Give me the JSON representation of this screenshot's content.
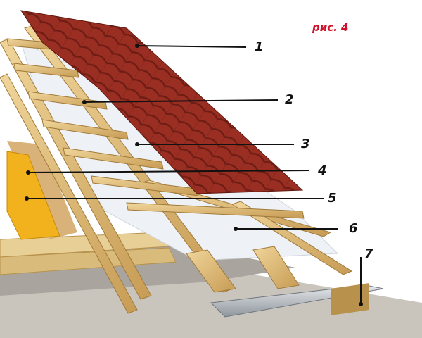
{
  "figure_label": "рис. 4",
  "callouts": [
    {
      "id": "1",
      "label": "1"
    },
    {
      "id": "2",
      "label": "2"
    },
    {
      "id": "3",
      "label": "3"
    },
    {
      "id": "4",
      "label": "4"
    },
    {
      "id": "5",
      "label": "5"
    },
    {
      "id": "6",
      "label": "6"
    },
    {
      "id": "7",
      "label": "7"
    }
  ],
  "colors": {
    "tile": "#9a2e22",
    "tile_dark": "#6e1d14",
    "wood": "#e2c07a",
    "wood_dark": "#b8924c",
    "membrane": "#eef2f6",
    "insulation": "#f2b21e",
    "osb": "#d9b27a",
    "wall": "#c9c5bd",
    "gutter": "#bfc4c9",
    "label_red": "#d0112b"
  }
}
